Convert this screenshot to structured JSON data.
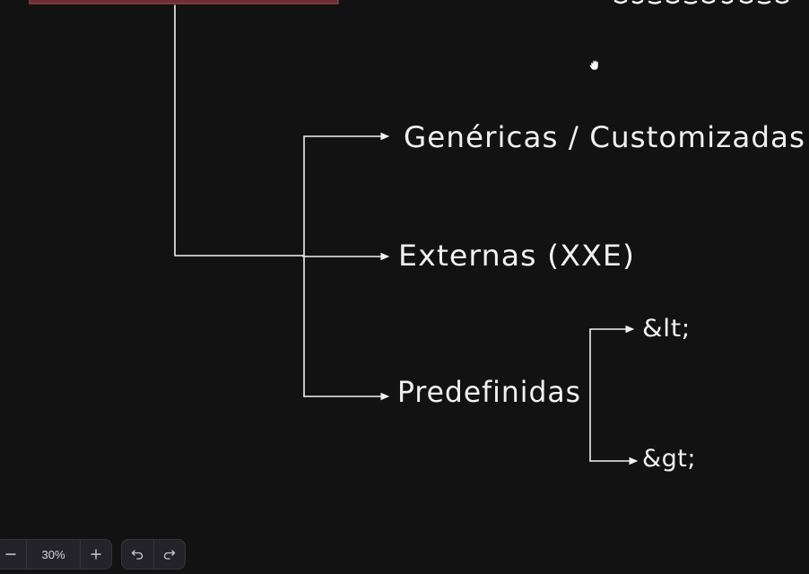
{
  "diagram": {
    "nodes": {
      "genericas": "Genéricas / Customizadas",
      "externas": "Externas (XXE)",
      "predefinidas": "Predefinidas",
      "lt": "&lt;",
      "gt": "&gt;"
    }
  },
  "toolbar": {
    "zoom_out_icon": "minus-icon",
    "zoom_level": "30%",
    "zoom_in_icon": "plus-icon",
    "undo_icon": "undo-icon",
    "redo_icon": "redo-icon"
  },
  "colors": {
    "background": "#121212",
    "stroke": "#f1f1f1",
    "top_shape": "#6b2f33"
  }
}
